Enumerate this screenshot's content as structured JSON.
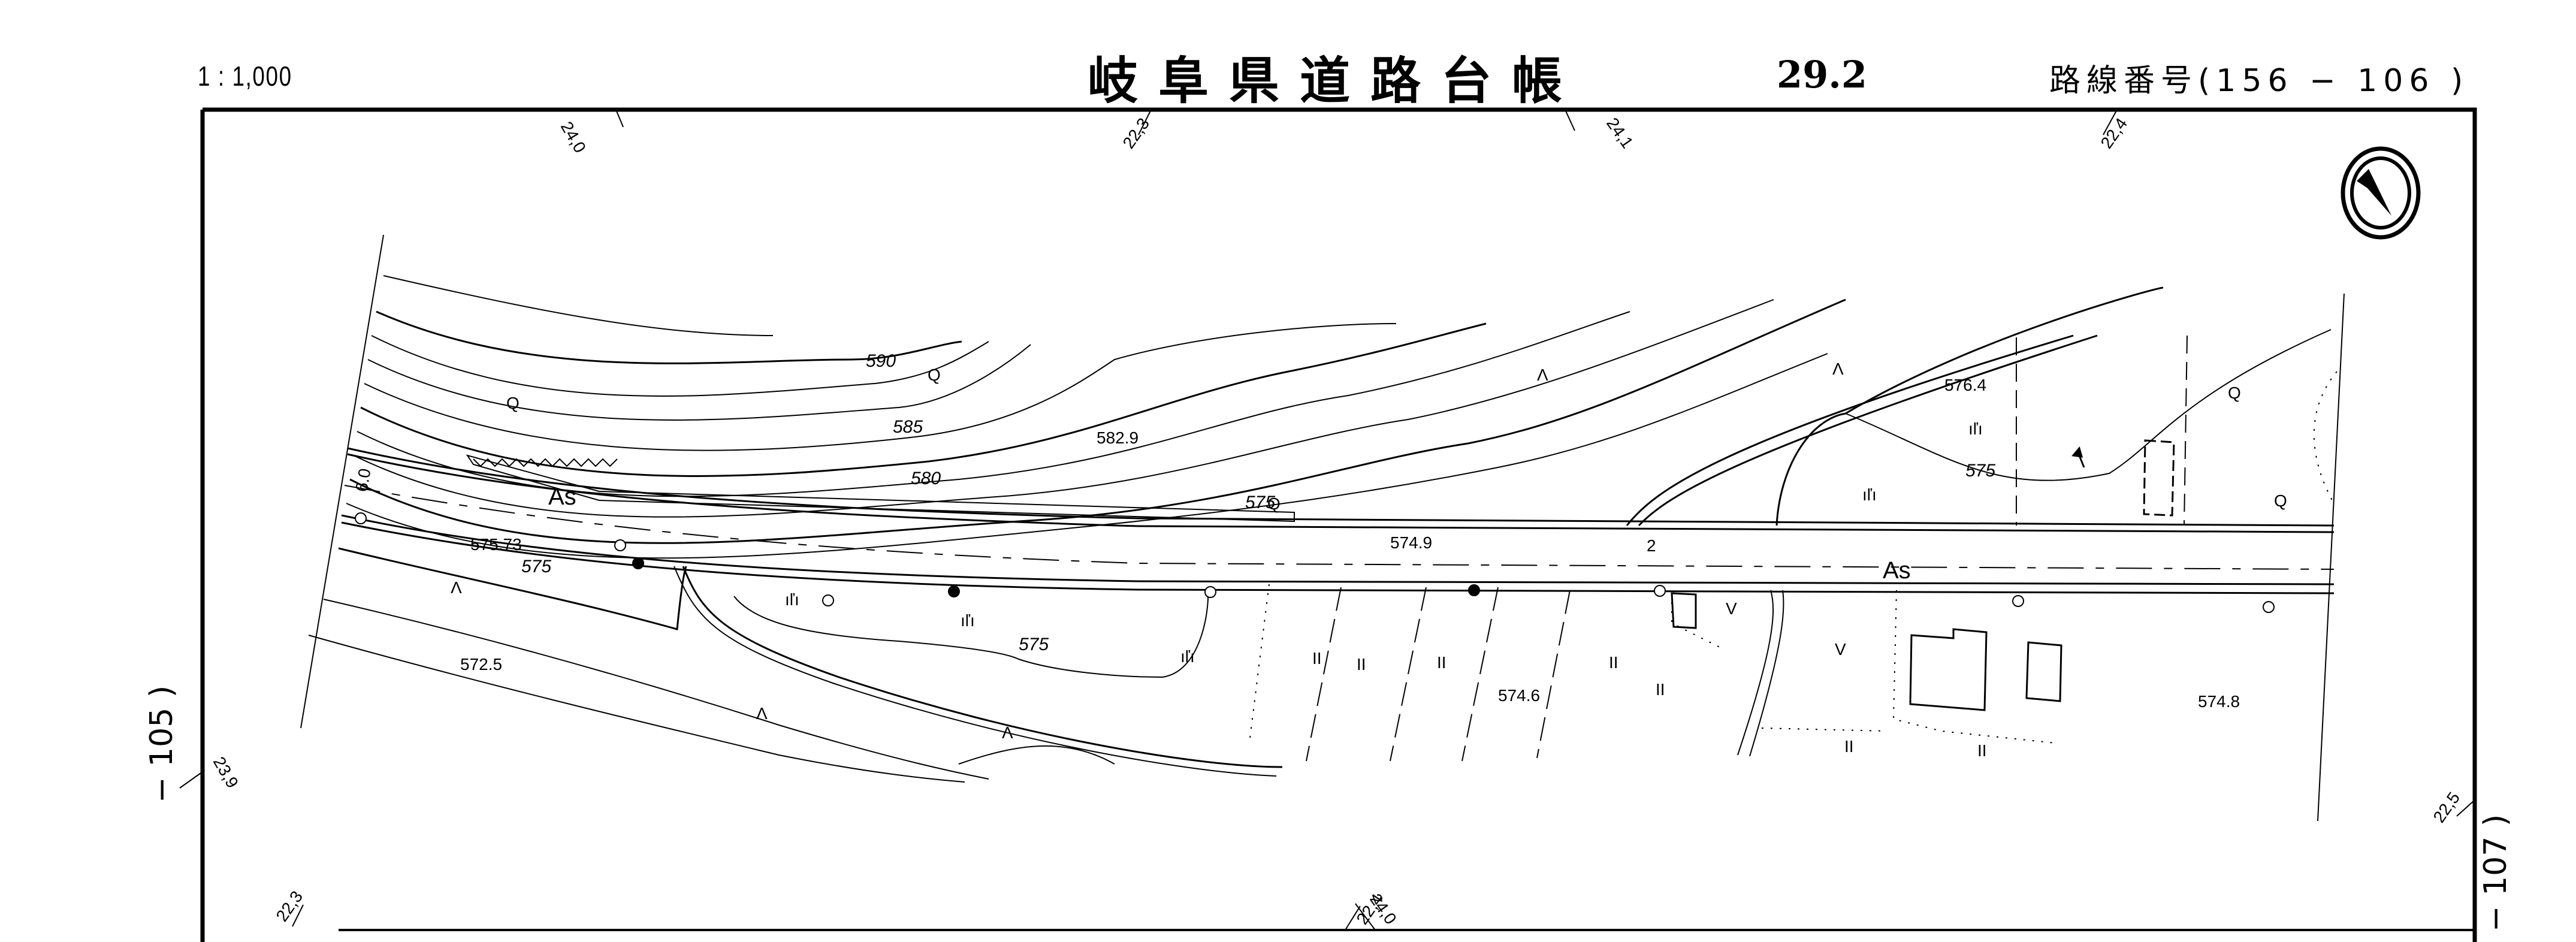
{
  "header": {
    "scale": "1 : 1,000",
    "title": "岐阜県道路台帳",
    "sheet_number": "29.2",
    "route_label": "路線番号(156 − 106 )"
  },
  "sides": {
    "left_sheet_ref": "− 105 )",
    "right_sheet_ref": "− 107 )"
  },
  "edge_marks": {
    "top": [
      "24,0",
      "22,3",
      "24,1",
      "22,4"
    ],
    "left": [
      "23,9"
    ],
    "right": [
      "22,5"
    ],
    "bottom": [
      "22,3",
      "22,4",
      "24,0"
    ]
  },
  "map": {
    "north_arrow": "north-arrow-icon",
    "road_surface_labels": [
      "As",
      "As"
    ],
    "road_width": "6.0",
    "contour_labels": [
      "590",
      "585",
      "580",
      "575",
      "575",
      "575",
      "575"
    ],
    "spot_heights": [
      "582.9",
      "576.4",
      "575.73",
      "574.9",
      "574.6",
      "574.8",
      "572.5"
    ],
    "chainage_mark": "2",
    "land_use_symbols": {
      "wasteland": "Λ",
      "field": "ıľı",
      "paddy": "II",
      "orchard": "V",
      "broadleaf_tree": "Q"
    }
  }
}
